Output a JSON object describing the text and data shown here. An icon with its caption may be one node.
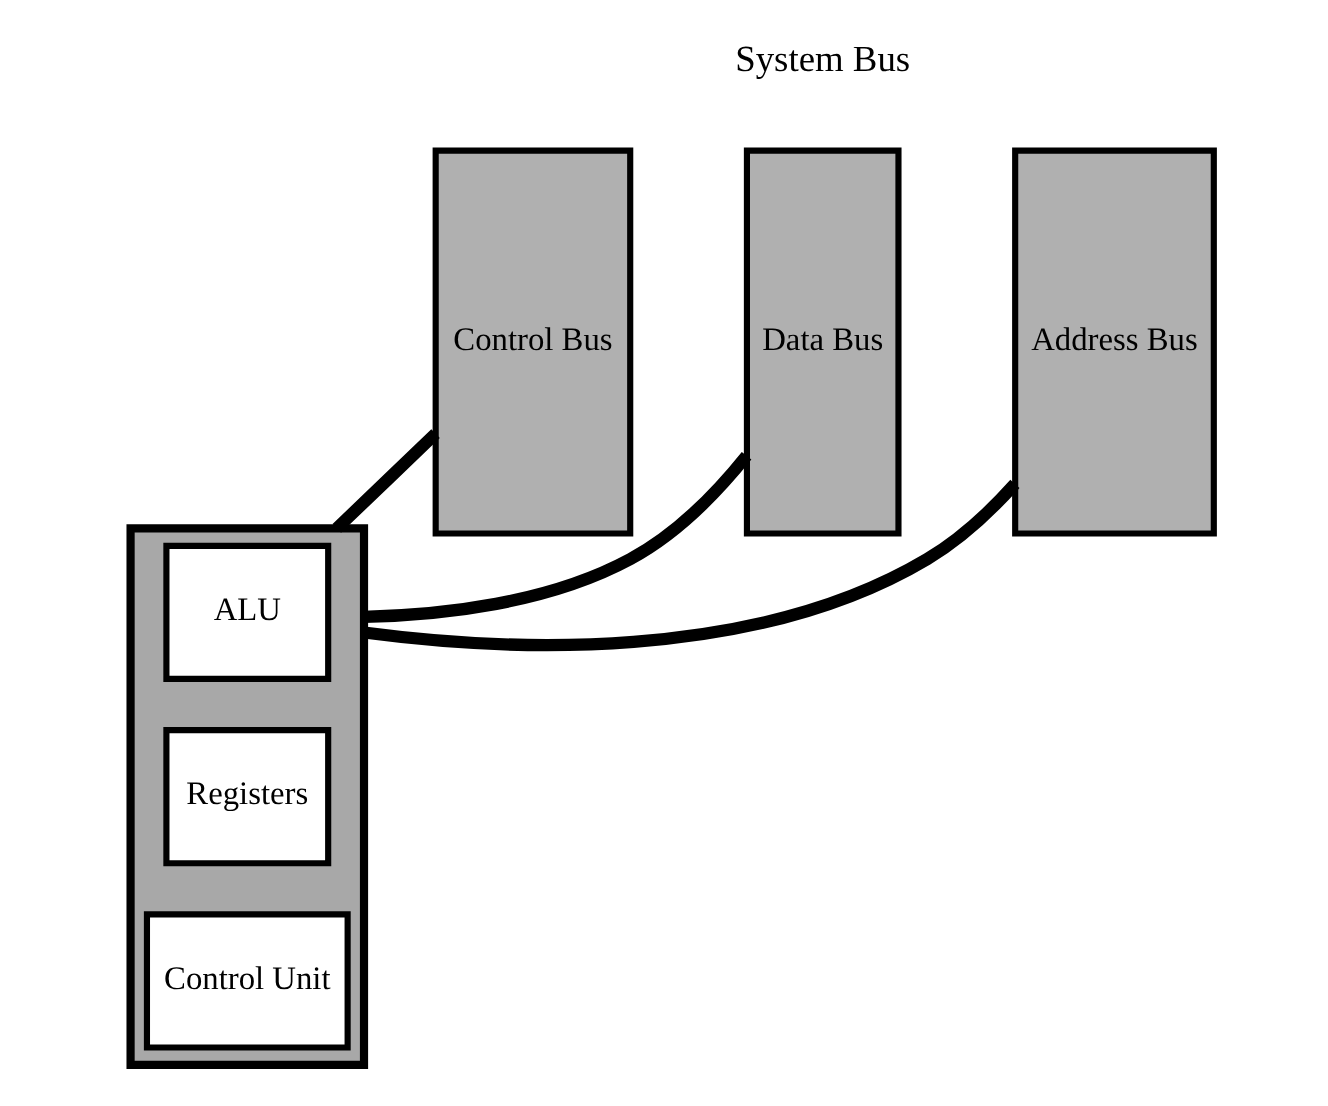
{
  "diagram": {
    "nodes": [
      {
        "text": [],
        "shape": "box"
      },
      {
        "text": [
          "ALU"
        ],
        "in": 0
      },
      {
        "text": [
          "Registers"
        ],
        "in": 0
      },
      {
        "text": [
          "Control Unit"
        ],
        "in": 0
      },
      {
        "text": [
          "Control Bus"
        ]
      },
      {
        "text": [
          "Data Bus"
        ]
      },
      {
        "text": [
          "Address Bus"
        ]
      }
    ],
    "edges": [
      {
        "from": 0,
        "to": 4,
        "arrow": "none"
      },
      {
        "from": 0,
        "to": 5,
        "arrow": "none"
      },
      {
        "from": 0,
        "to": 6,
        "arrow": "none"
      }
    ],
    "labels": [
      "System Bus"
    ]
  }
}
